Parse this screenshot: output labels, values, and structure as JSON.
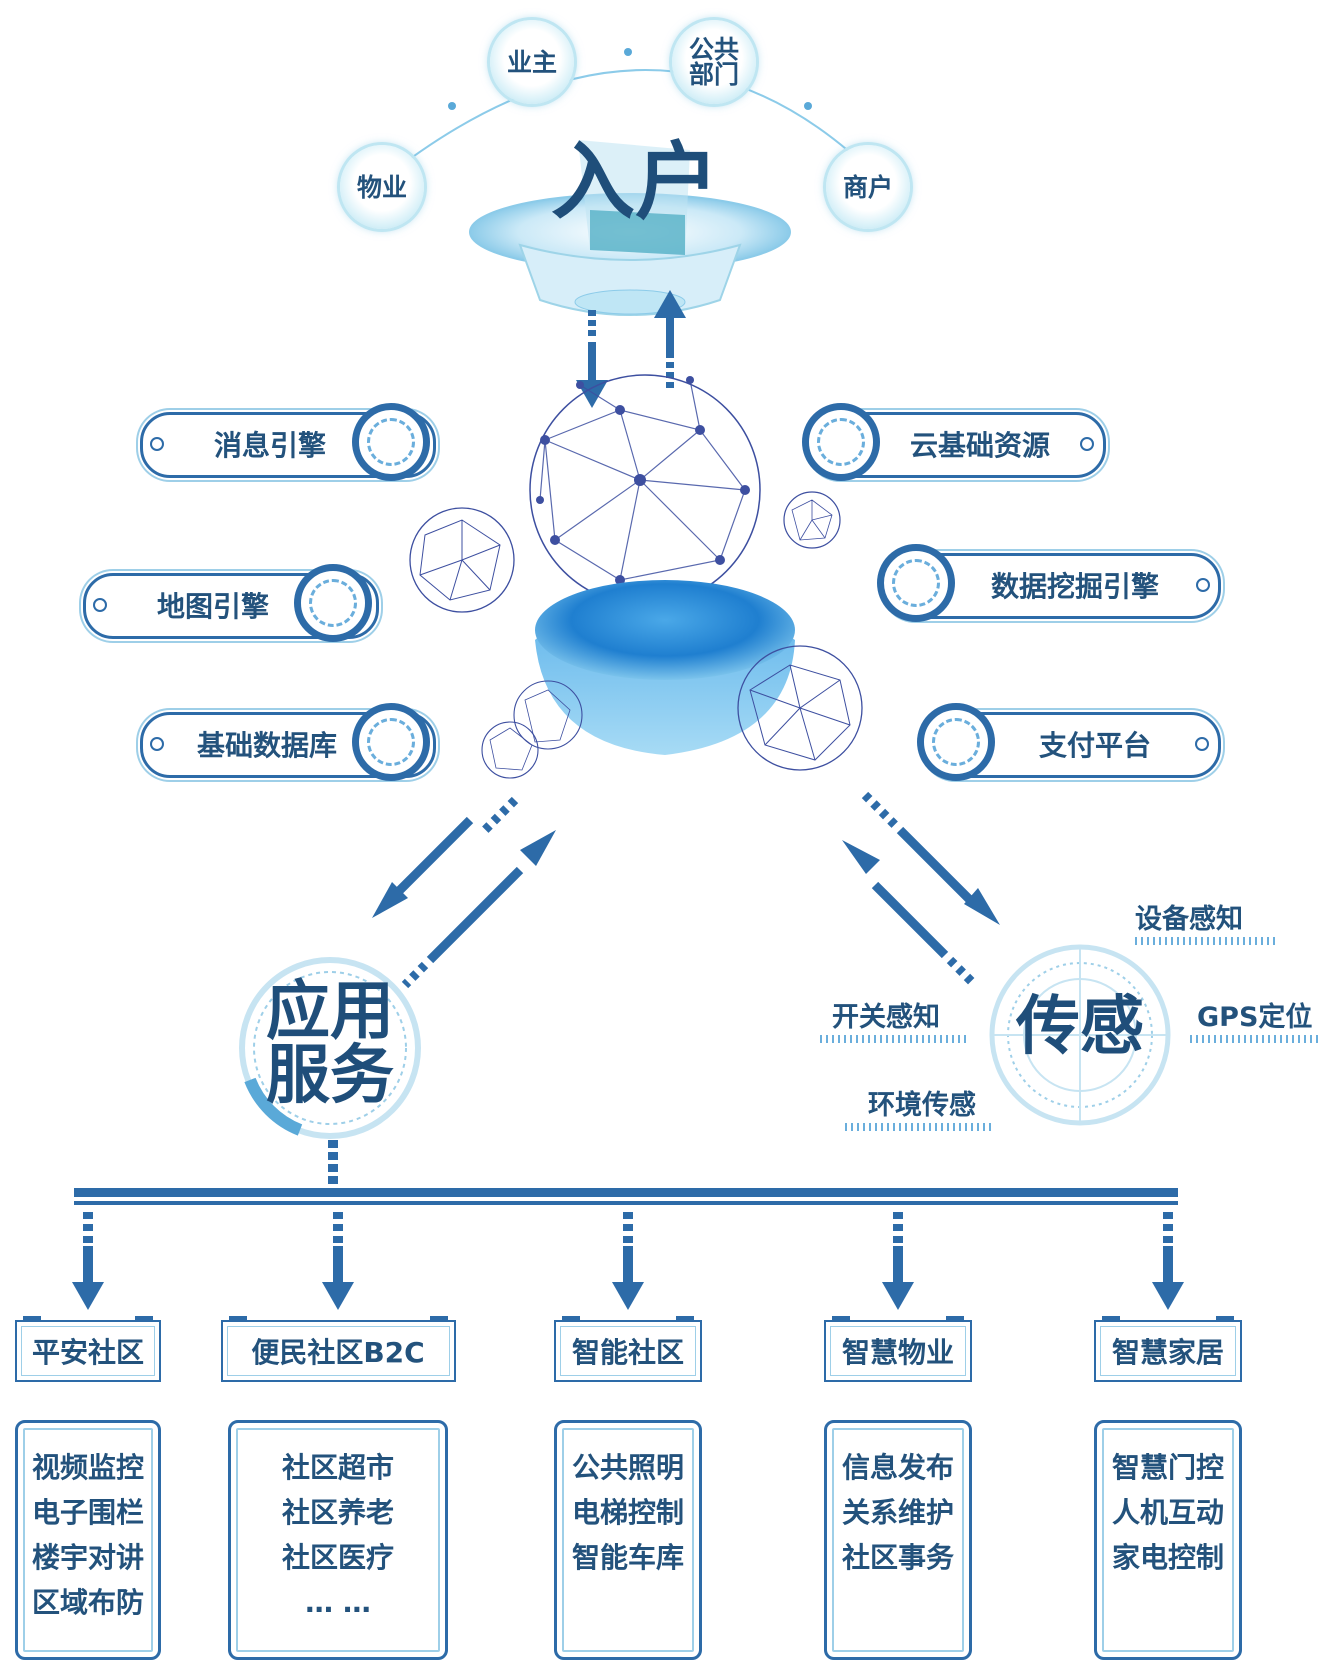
{
  "entry": {
    "title": "入户",
    "nodes": [
      {
        "id": "property",
        "label": "物业"
      },
      {
        "id": "owner",
        "label": "业主"
      },
      {
        "id": "public",
        "label": "公共部门"
      },
      {
        "id": "merchant",
        "label": "商户"
      }
    ]
  },
  "engines": {
    "left": [
      "消息引擎",
      "地图引擎",
      "基础数据库"
    ],
    "right": [
      "云基础资源",
      "数据挖掘引擎",
      "支付平台"
    ]
  },
  "app_service": {
    "line1": "应用",
    "line2": "服务"
  },
  "sensing": {
    "title": "传感",
    "items": [
      "设备感知",
      "开关感知",
      "GPS定位",
      "环境传感"
    ]
  },
  "categories": [
    {
      "title": "平安社区",
      "items": [
        "视频监控",
        "电子围栏",
        "楼宇对讲",
        "区域布防"
      ]
    },
    {
      "title": "便民社区B2C",
      "items": [
        "社区超市",
        "社区养老",
        "社区医疗",
        "… …"
      ]
    },
    {
      "title": "智能社区",
      "items": [
        "公共照明",
        "电梯控制",
        "智能车库"
      ]
    },
    {
      "title": "智慧物业",
      "items": [
        "信息发布",
        "关系维护",
        "社区事务"
      ]
    },
    {
      "title": "智慧家居",
      "items": [
        "智慧门控",
        "人机互动",
        "家电控制"
      ]
    }
  ],
  "colors": {
    "primary": "#2d6ba8",
    "text": "#23527c",
    "light": "#9ecfe8"
  }
}
